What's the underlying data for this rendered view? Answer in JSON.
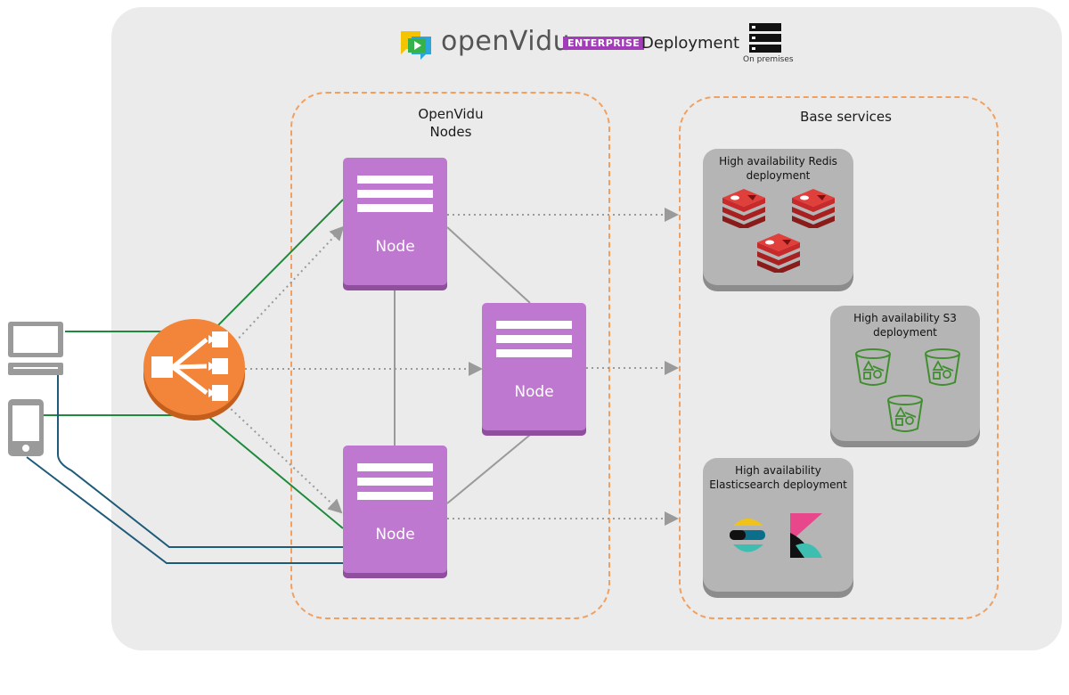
{
  "header": {
    "brand": "openVidu",
    "edition_badge": "ENTERPRISE",
    "deployment_label": "Deployment",
    "deployment_type": "On premises"
  },
  "nodes_group": {
    "title_line1": "OpenVidu",
    "title_line2": "Nodes"
  },
  "nodes": [
    {
      "label": "Node"
    },
    {
      "label": "Node"
    },
    {
      "label": "Node"
    }
  ],
  "base_services": {
    "title": "Base services",
    "redis": {
      "title_line1": "High availability Redis",
      "title_line2": "deployment",
      "icon": "redis-icon"
    },
    "s3": {
      "title_line1": "High availability S3",
      "title_line2": "deployment",
      "icon": "s3-bucket-icon"
    },
    "elastic": {
      "title_line1": "High availability",
      "title_line2": "Elasticsearch deployment",
      "icons": [
        "elasticsearch-icon",
        "kibana-icon"
      ]
    }
  },
  "clients": [
    "desktop-computer-icon",
    "mobile-phone-icon"
  ],
  "load_balancer": {
    "icon": "load-balancer-icon"
  },
  "colors": {
    "panel": "#ebebeb",
    "dashed_border": "#f0a060",
    "node": "#bf78cf",
    "node_shadow": "#8f4e9e",
    "service_box": "#b5b5b5",
    "load_balancer": "#f2853a",
    "green_link": "#1e8a3c",
    "teal_link": "#1e5b78",
    "dotted_link": "#999999",
    "node_mesh": "#9a9a9a",
    "redis": "#c8292a",
    "s3": "#3f8f2e",
    "badge": "#a23cb8"
  }
}
